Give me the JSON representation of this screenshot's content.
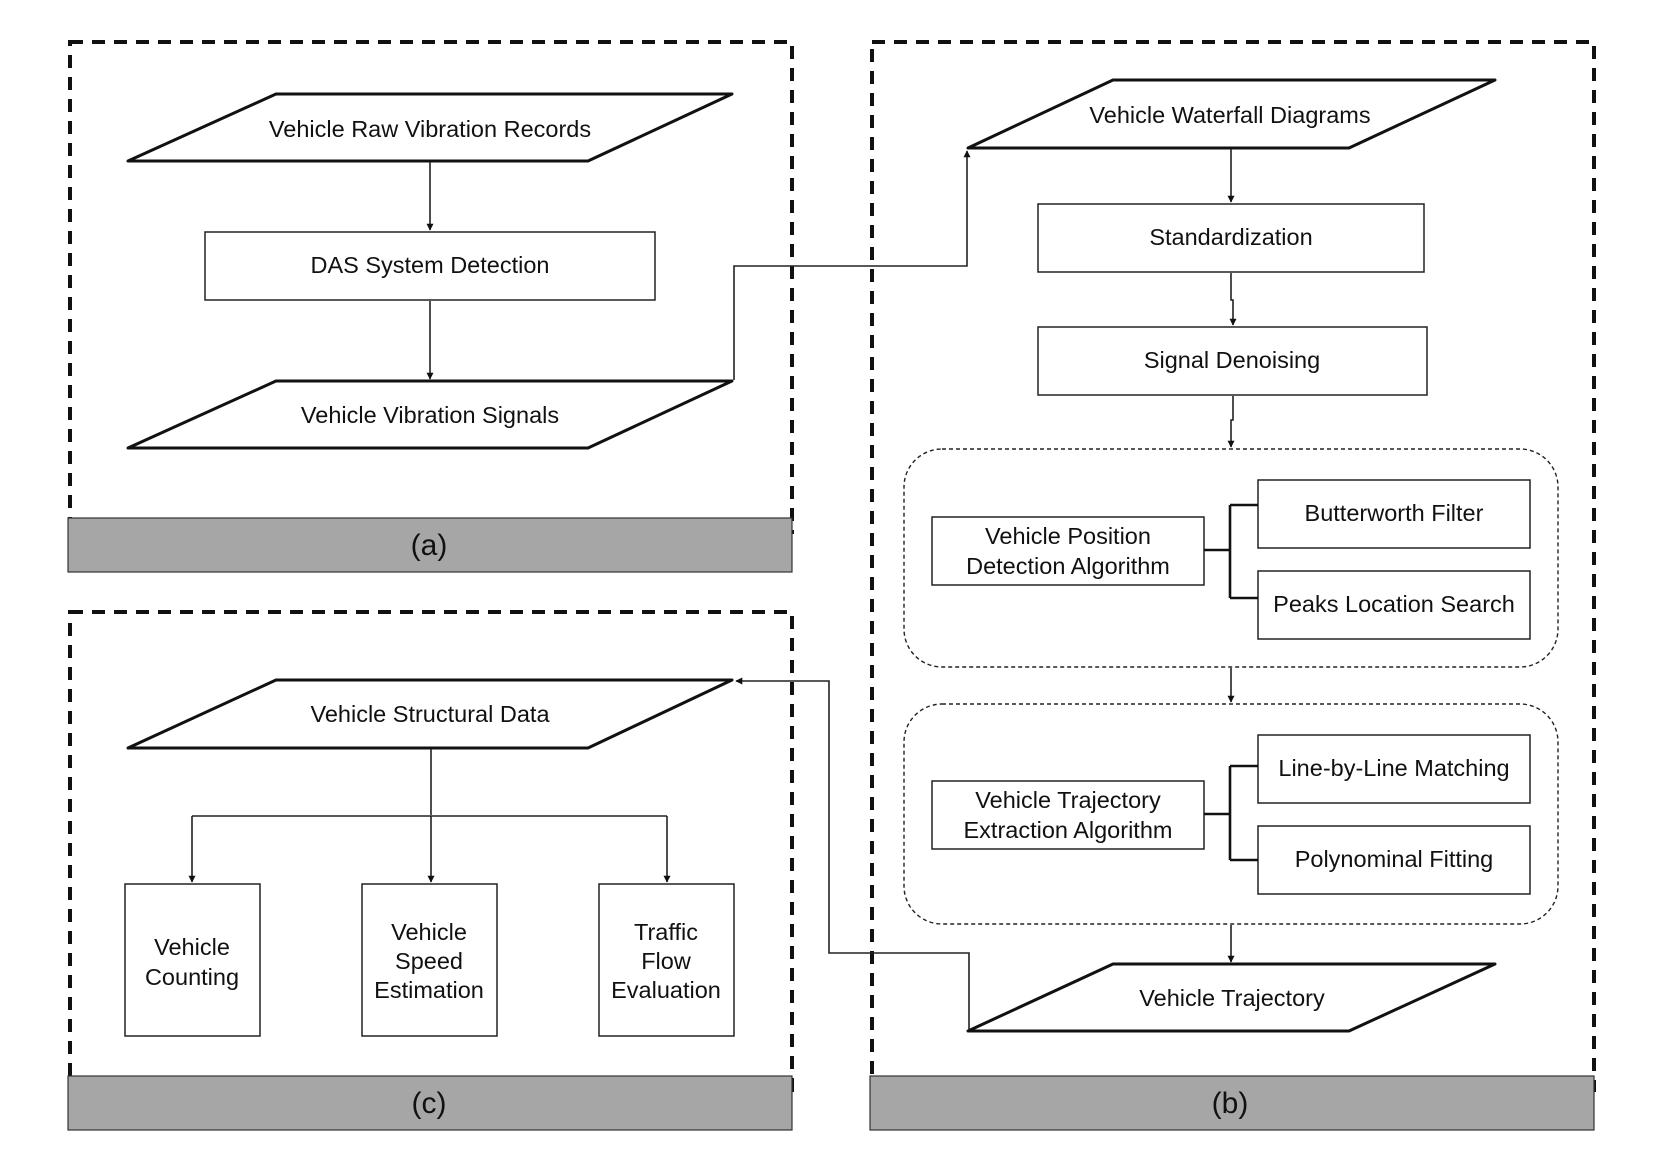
{
  "panels": {
    "a": {
      "caption": "(a)",
      "raw_records": "Vehicle Raw Vibration Records",
      "das_detection": "DAS System Detection",
      "vibration_signals": "Vehicle Vibration Signals"
    },
    "b": {
      "caption": "(b)",
      "waterfall": "Vehicle Waterfall Diagrams",
      "standardization": "Standardization",
      "denoising": "Signal Denoising",
      "position_algo": [
        "Vehicle Position",
        "Detection Algorithm"
      ],
      "butterworth": "Butterworth Filter",
      "peaks": "Peaks Location Search",
      "trajectory_algo": [
        "Vehicle Trajectory",
        "Extraction Algorithm"
      ],
      "line_matching": "Line-by-Line Matching",
      "polynomial": "Polynominal Fitting",
      "trajectory": "Vehicle Trajectory"
    },
    "c": {
      "caption": "(c)",
      "structural": "Vehicle Structural Data",
      "counting": [
        "Vehicle",
        "Counting"
      ],
      "speed": [
        "Vehicle",
        "Speed",
        "Estimation"
      ],
      "traffic": [
        "Traffic",
        "Flow",
        "Evaluation"
      ]
    }
  }
}
